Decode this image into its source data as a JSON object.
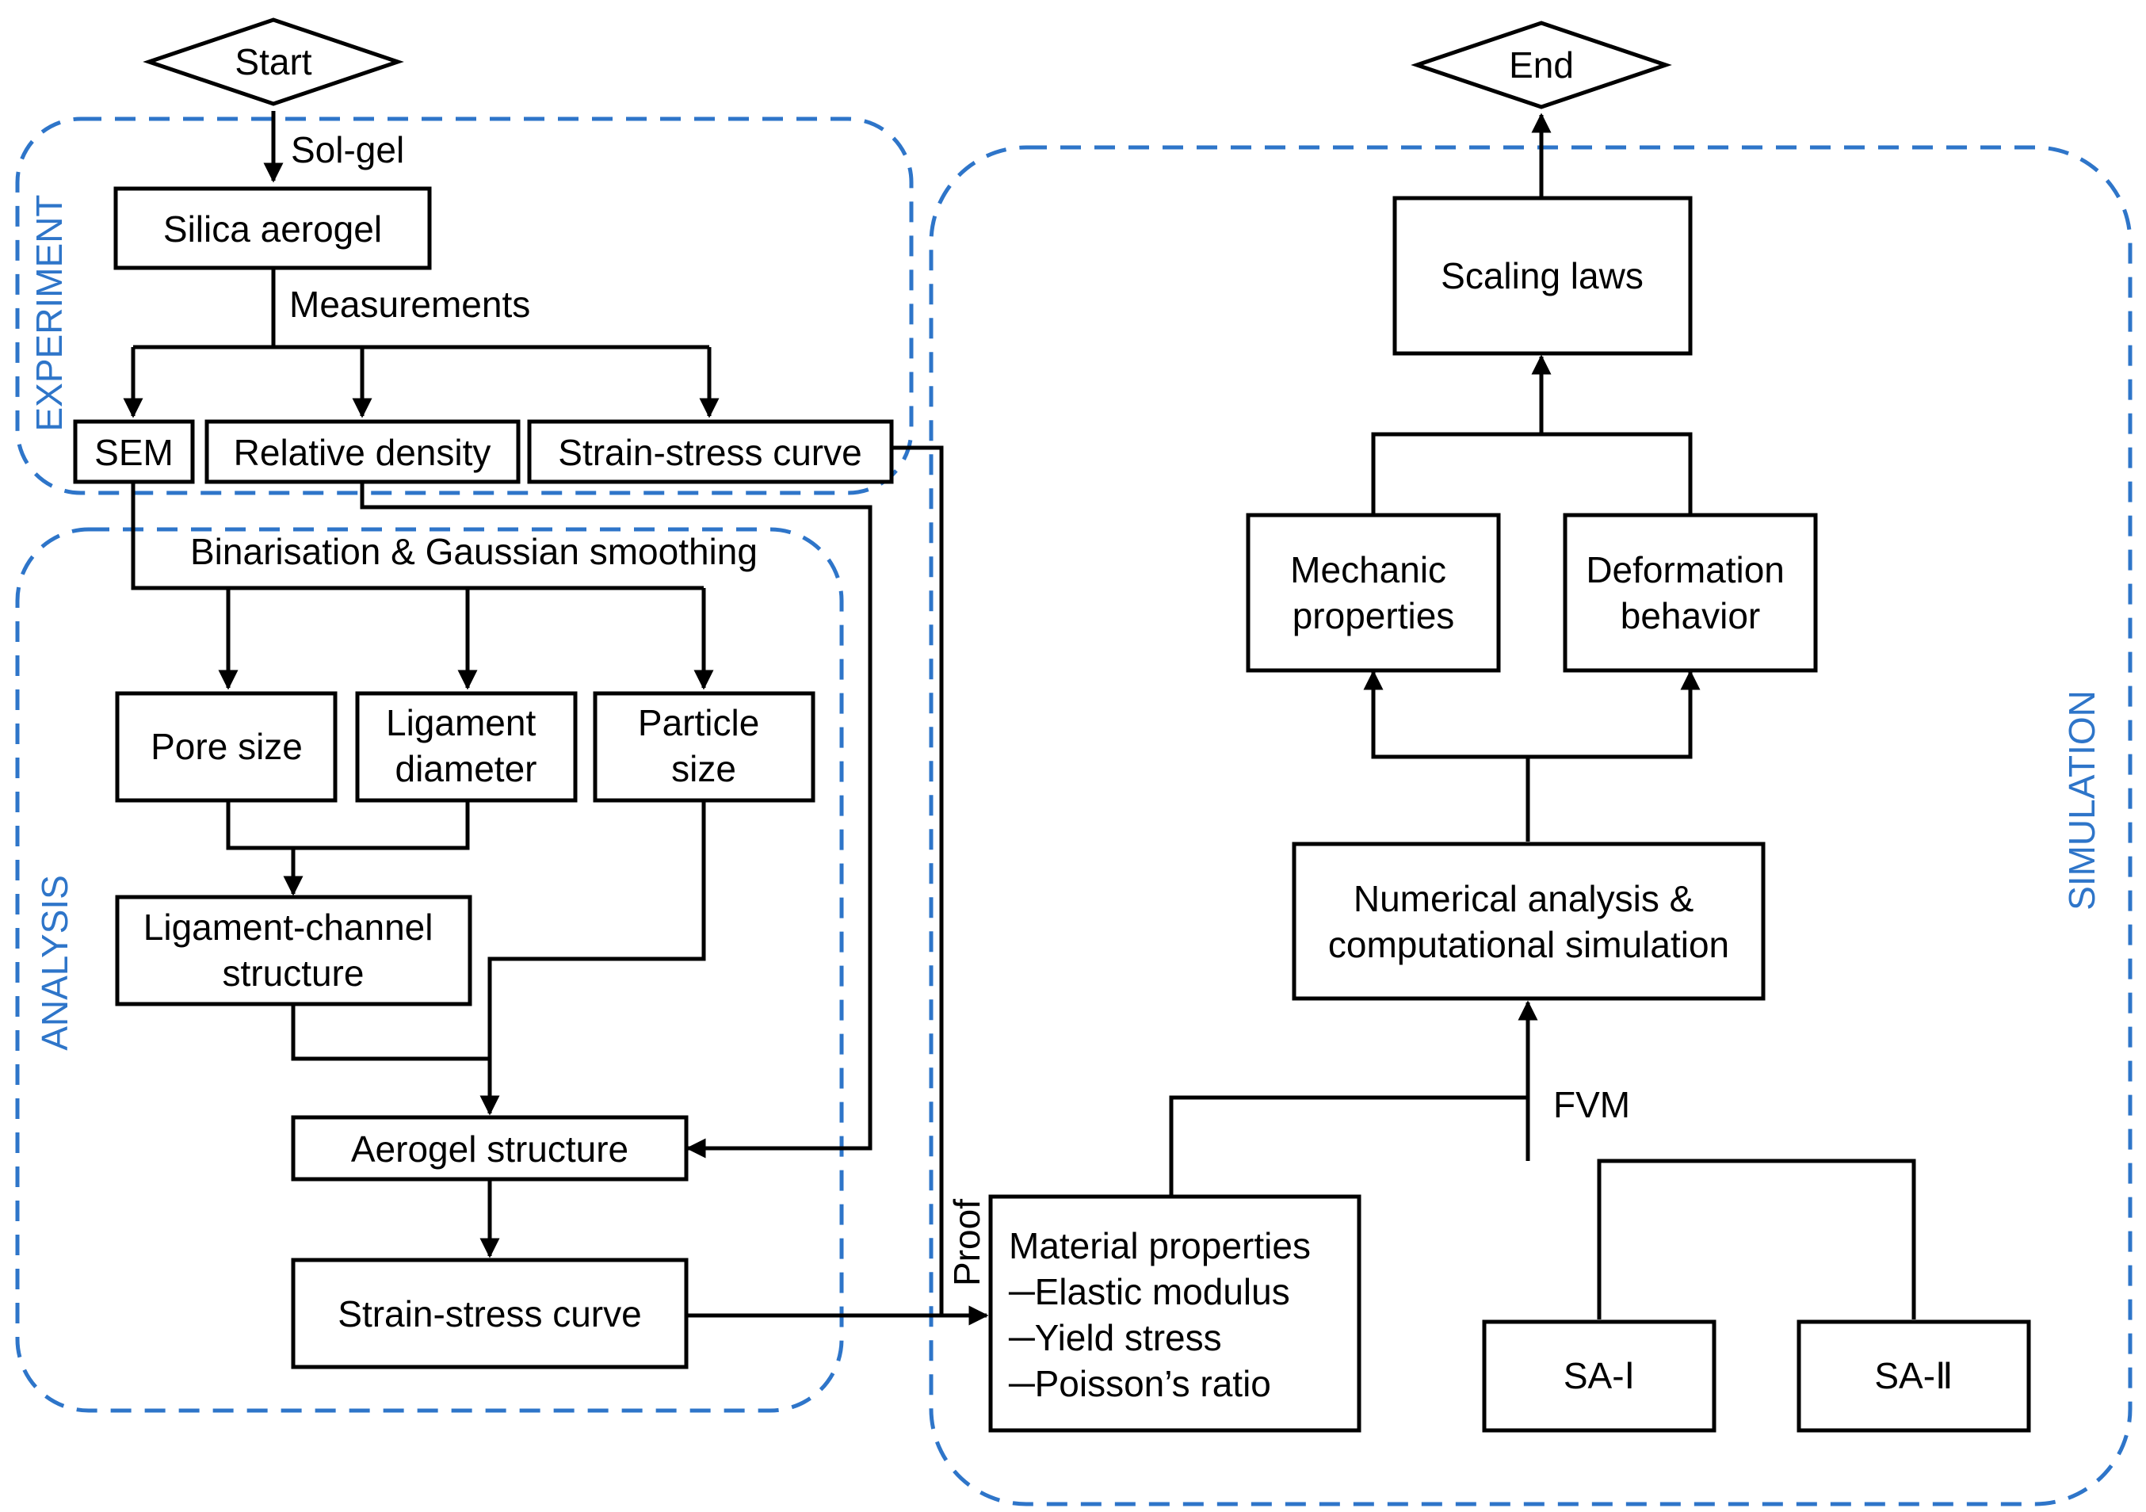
{
  "colors": {
    "line": "#000000",
    "region": "#2e75c9",
    "background": "#ffffff"
  },
  "regions": {
    "experiment": "EXPERIMENT",
    "analysis": "ANALYSIS",
    "simulation": "SIMULATION"
  },
  "terminals": {
    "start": "Start",
    "end": "End"
  },
  "experiment": {
    "sol_gel_label": "Sol-gel",
    "silica_aerogel": "Silica aerogel",
    "measurements_label": "Measurements",
    "sem": "SEM",
    "relative_density": "Relative density",
    "strain_stress_curve": "Strain-stress curve"
  },
  "analysis": {
    "binarisation_label": "Binarisation & Gaussian smoothing",
    "pore_size": "Pore size",
    "ligament_diameter": [
      "Ligament",
      "diameter"
    ],
    "particle_size": [
      "Particle",
      "size"
    ],
    "ligament_channel": [
      "Ligament-channel",
      "structure"
    ],
    "aerogel_structure": "Aerogel structure",
    "strain_stress_curve": "Strain-stress curve"
  },
  "simulation": {
    "proof_label": "Proof",
    "material_properties": [
      "Material properties",
      "─Elastic modulus",
      "─Yield stress",
      "─Poisson’s ratio"
    ],
    "sa1": "SA-Ⅰ",
    "sa2": "SA-Ⅱ",
    "fvm_label": "FVM",
    "numerical_analysis": [
      "Numerical analysis &",
      "computational simulation"
    ],
    "mechanic_properties": [
      "Mechanic",
      "properties"
    ],
    "deformation_behavior": [
      "Deformation",
      "behavior"
    ],
    "scaling_laws": "Scaling laws"
  }
}
